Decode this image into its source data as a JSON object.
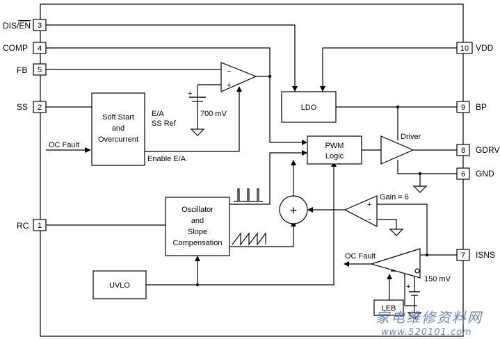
{
  "pins": {
    "dis_en": {
      "num": "3",
      "name_prefix": "DIS/",
      "name_overbar": "EN"
    },
    "comp": {
      "num": "4",
      "name": "COMP"
    },
    "fb": {
      "num": "5",
      "name": "FB"
    },
    "ss": {
      "num": "2",
      "name": "SS"
    },
    "rc": {
      "num": "1",
      "name": "RC"
    },
    "vdd": {
      "num": "10",
      "name": "VDD"
    },
    "bp": {
      "num": "9",
      "name": "BP"
    },
    "gdrv": {
      "num": "8",
      "name": "GDRV"
    },
    "gnd": {
      "num": "6",
      "name": "GND"
    },
    "isns": {
      "num": "7",
      "name": "ISNS"
    }
  },
  "blocks": {
    "soft_start": [
      "Soft Start",
      "and",
      "Overcurrent"
    ],
    "ldo": "LDO",
    "pwm": [
      "PWM",
      "Logic"
    ],
    "oscillator": [
      "Oscillator",
      "and",
      "Slope",
      "Compensation"
    ],
    "uvlo": "UVLO",
    "leb": "LEB",
    "driver": "Driver",
    "adder_symbol": "+"
  },
  "labels": {
    "ea": "E/A",
    "ss_ref": "SS Ref",
    "enable_ea": "Enable E/A",
    "oc_fault_in": "OC Fault",
    "oc_fault_out": "OC Fault",
    "ref_700": "700 mV",
    "ref_150": "150 mV",
    "gain": "Gain = 6",
    "minus": "−",
    "plus": "+"
  },
  "watermark": {
    "chinese": "家电维修资料网",
    "url": "www.520101.com"
  }
}
